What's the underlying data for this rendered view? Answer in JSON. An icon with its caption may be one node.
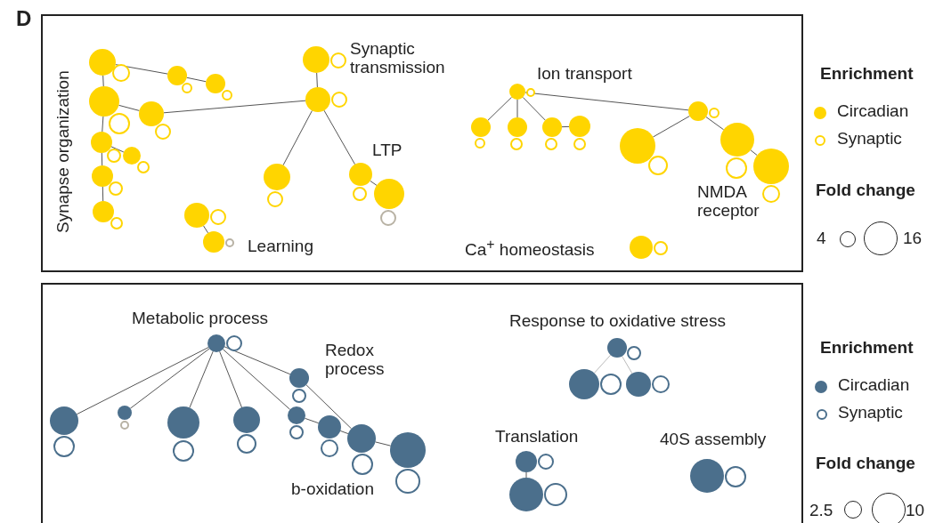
{
  "diagram": {
    "nodes": [
      {
        "text": [],
        "shape": "box"
      },
      {
        "text": [],
        "shape": "box"
      },
      {
        "text": [],
        "shape": "circle",
        "in": 0
      },
      {
        "text": [],
        "shape": "circle",
        "in": 0
      },
      {
        "text": [],
        "shape": "circle",
        "in": 0
      },
      {
        "text": [],
        "shape": "circle",
        "in": 0
      },
      {
        "text": [],
        "shape": "circle",
        "in": 0
      },
      {
        "text": [],
        "shape": "circle",
        "in": 0
      },
      {
        "text": [],
        "shape": "circle",
        "in": 0
      },
      {
        "text": [],
        "shape": "circle",
        "in": 0
      },
      {
        "text": [],
        "shape": "circle",
        "in": 0
      },
      {
        "text": [],
        "shape": "circle",
        "in": 0
      },
      {
        "text": [],
        "shape": "circle",
        "in": 0
      },
      {
        "text": [],
        "shape": "circle",
        "in": 0
      },
      {
        "text": [],
        "shape": "circle",
        "in": 0
      },
      {
        "text": [],
        "shape": "circle",
        "in": 0
      },
      {
        "text": [],
        "shape": "circle",
        "in": 0
      },
      {
        "text": [],
        "shape": "circle",
        "in": 0
      },
      {
        "text": [],
        "shape": "circle",
        "in": 0
      },
      {
        "text": [],
        "shape": "circle",
        "in": 0
      },
      {
        "text": [],
        "shape": "circle",
        "in": 0
      },
      {
        "text": [],
        "shape": "circle",
        "in": 0
      },
      {
        "text": [],
        "shape": "circle",
        "in": 0,
        "beside": [
          "Learning"
        ]
      },
      {
        "text": [],
        "shape": "circle",
        "in": 0
      },
      {
        "text": [],
        "shape": "circle",
        "in": 0
      },
      {
        "text": [],
        "shape": "circle",
        "in": 0,
        "beside": [
          "Synaptic transmission"
        ]
      },
      {
        "text": [],
        "shape": "circle",
        "in": 0
      },
      {
        "text": [],
        "shape": "circle",
        "in": 0
      },
      {
        "text": [],
        "shape": "circle",
        "in": 0
      },
      {
        "text": [],
        "shape": "circle",
        "in": 0
      },
      {
        "text": [],
        "shape": "circle",
        "in": 0,
        "beside": [
          "LTP"
        ]
      },
      {
        "text": [],
        "shape": "circle",
        "in": 0
      },
      {
        "text": [],
        "shape": "circle",
        "in": 0
      },
      {
        "text": [],
        "shape": "circle",
        "in": 0
      },
      {
        "text": [],
        "shape": "circle",
        "in": 0,
        "beside": [
          "Ion transport"
        ]
      },
      {
        "text": [],
        "shape": "circle",
        "in": 0
      },
      {
        "text": [],
        "shape": "circle",
        "in": 0
      },
      {
        "text": [],
        "shape": "circle",
        "in": 0
      },
      {
        "text": [],
        "shape": "circle",
        "in": 0
      },
      {
        "text": [],
        "shape": "circle",
        "in": 0
      },
      {
        "text": [],
        "shape": "circle",
        "in": 0
      },
      {
        "text": [],
        "shape": "circle",
        "in": 0
      },
      {
        "text": [],
        "shape": "circle",
        "in": 0
      },
      {
        "text": [],
        "shape": "circle",
        "in": 0
      },
      {
        "text": [],
        "shape": "circle",
        "in": 0
      },
      {
        "text": [],
        "shape": "circle",
        "in": 0
      },
      {
        "text": [],
        "shape": "circle",
        "in": 0
      },
      {
        "text": [],
        "shape": "circle",
        "in": 0
      },
      {
        "text": [],
        "shape": "circle",
        "in": 0
      },
      {
        "text": [],
        "shape": "circle",
        "in": 0
      },
      {
        "text": [],
        "shape": "circle",
        "in": 0,
        "beside": [
          "NMDA receptor"
        ]
      },
      {
        "text": [],
        "shape": "circle",
        "in": 0
      },
      {
        "text": [],
        "shape": "circle",
        "in": 0,
        "beside": [
          "Ca$^{+}$ homeostasis"
        ]
      },
      {
        "text": [],
        "shape": "circle",
        "in": 0
      },
      {
        "text": [],
        "shape": "circle",
        "in": 1,
        "beside": [
          "Metabolic process"
        ]
      },
      {
        "text": [],
        "shape": "circle",
        "in": 1
      },
      {
        "text": [],
        "shape": "circle",
        "in": 1
      },
      {
        "text": [],
        "shape": "circle",
        "in": 1
      },
      {
        "text": [],
        "shape": "circle",
        "in": 1
      },
      {
        "text": [],
        "shape": "circle",
        "in": 1
      },
      {
        "text": [],
        "shape": "circle",
        "in": 1
      },
      {
        "text": [],
        "shape": "circle",
        "in": 1
      },
      {
        "text": [],
        "shape": "circle",
        "in": 1
      },
      {
        "text": [],
        "shape": "circle",
        "in": 1
      },
      {
        "text": [],
        "shape": "circle",
        "in": 1,
        "beside": [
          "Redox process"
        ]
      },
      {
        "text": [],
        "shape": "circle",
        "in": 1
      },
      {
        "text": [],
        "shape": "circle",
        "in": 1
      },
      {
        "text": [],
        "shape": "circle",
        "in": 1
      },
      {
        "text": [],
        "shape": "circle",
        "in": 1
      },
      {
        "text": [],
        "shape": "circle",
        "in": 1
      },
      {
        "text": [],
        "shape": "circle",
        "in": 1
      },
      {
        "text": [],
        "shape": "circle",
        "in": 1,
        "beside": [
          "b-oxidation"
        ]
      },
      {
        "text": [],
        "shape": "circle",
        "in": 1
      },
      {
        "text": [],
        "shape": "circle",
        "in": 1
      },
      {
        "text": [],
        "shape": "circle",
        "in": 1,
        "beside": [
          "Response to oxidative stress"
        ]
      },
      {
        "text": [],
        "shape": "circle",
        "in": 1
      },
      {
        "text": [],
        "shape": "circle",
        "in": 1
      },
      {
        "text": [],
        "shape": "circle",
        "in": 1
      },
      {
        "text": [],
        "shape": "circle",
        "in": 1
      },
      {
        "text": [],
        "shape": "circle",
        "in": 1
      },
      {
        "text": [],
        "shape": "circle",
        "in": 1,
        "beside": [
          "Translation"
        ]
      },
      {
        "text": [],
        "shape": "circle",
        "in": 1
      },
      {
        "text": [],
        "shape": "circle",
        "in": 1
      },
      {
        "text": [],
        "shape": "circle",
        "in": 1
      },
      {
        "text": [],
        "shape": "circle",
        "in": 1,
        "beside": [
          "40S assembly"
        ]
      },
      {
        "text": [],
        "shape": "circle",
        "in": 1
      }
    ],
    "edges": [
      {
        "from": 2,
        "to": 4,
        "arrow": "none"
      },
      {
        "from": 4,
        "to": 6,
        "arrow": "none"
      },
      {
        "from": 8,
        "to": 10,
        "arrow": "none"
      },
      {
        "from": 10,
        "to": 26,
        "arrow": "none"
      },
      {
        "from": 26,
        "to": 24,
        "arrow": "none"
      },
      {
        "from": 26,
        "to": 28,
        "arrow": "none"
      },
      {
        "from": 26,
        "to": 30,
        "arrow": "none"
      },
      {
        "from": 30,
        "to": 32,
        "arrow": "none"
      },
      {
        "from": 2,
        "to": 8,
        "arrow": "none"
      },
      {
        "from": 8,
        "to": 12,
        "arrow": "none"
      },
      {
        "from": 12,
        "to": 16,
        "arrow": "none"
      },
      {
        "from": 16,
        "to": 18,
        "arrow": "none"
      },
      {
        "from": 12,
        "to": 14,
        "arrow": "none"
      },
      {
        "from": 20,
        "to": 22,
        "arrow": "none"
      },
      {
        "from": 34,
        "to": 36,
        "arrow": "none"
      },
      {
        "from": 34,
        "to": 38,
        "arrow": "none"
      },
      {
        "from": 34,
        "to": 40,
        "arrow": "none"
      },
      {
        "from": 40,
        "to": 42,
        "arrow": "none"
      },
      {
        "from": 34,
        "to": 44,
        "arrow": "none"
      },
      {
        "from": 44,
        "to": 46,
        "arrow": "none"
      },
      {
        "from": 44,
        "to": 48,
        "arrow": "none"
      },
      {
        "from": 48,
        "to": 50,
        "arrow": "none"
      },
      {
        "from": 54,
        "to": 56,
        "arrow": "none"
      },
      {
        "from": 54,
        "to": 58,
        "arrow": "none"
      },
      {
        "from": 54,
        "to": 60,
        "arrow": "none"
      },
      {
        "from": 54,
        "to": 62,
        "arrow": "none"
      },
      {
        "from": 54,
        "to": 66,
        "arrow": "none"
      },
      {
        "from": 54,
        "to": 64,
        "arrow": "none"
      },
      {
        "from": 66,
        "to": 68,
        "arrow": "none"
      },
      {
        "from": 68,
        "to": 70,
        "arrow": "none"
      },
      {
        "from": 64,
        "to": 70,
        "arrow": "none"
      },
      {
        "from": 70,
        "to": 72,
        "arrow": "none"
      },
      {
        "from": 74,
        "to": 76,
        "arrow": "none",
        "color": "#bbbbbb"
      },
      {
        "from": 74,
        "to": 78,
        "arrow": "none",
        "color": "#bbbbbb"
      },
      {
        "from": 80,
        "to": 82,
        "arrow": "none"
      }
    ],
    "labels": [
      "D",
      "Synapse organization",
      "Enrichment",
      "Fold change",
      "4",
      "16",
      "Enrichment",
      "Fold change",
      "2.5",
      "10"
    ],
    "legend": [
      {
        "text": "Circadian",
        "color": "#ffd500"
      },
      {
        "text": "Synaptic"
      },
      {
        "text": "Circadian",
        "color": "#4b6f8c"
      },
      {
        "text": "Synaptic"
      }
    ]
  }
}
